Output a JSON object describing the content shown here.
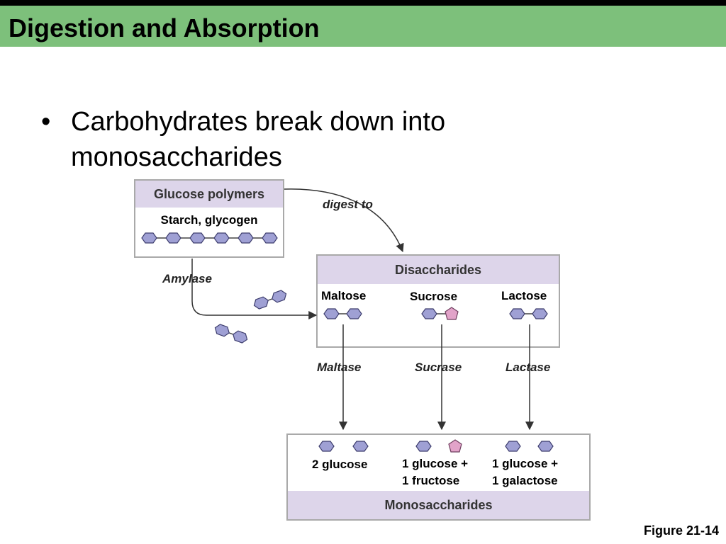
{
  "slide": {
    "title": "Digestion and Absorption",
    "bullet_marker": "•",
    "bullet": "Carbohydrates break down into monosaccharides",
    "figure_ref": "Figure 21-14"
  },
  "diagram": {
    "polymers_header": "Glucose polymers",
    "polymers_label": "Starch, glycogen",
    "digest_label": "digest to",
    "amylase_label": "Amylase",
    "disaccharides_header": "Disaccharides",
    "disaccharides": [
      "Maltose",
      "Sucrose",
      "Lactose"
    ],
    "enzymes": [
      "Maltase",
      "Sucrase",
      "Lactase"
    ],
    "products": [
      {
        "line1": "2 glucose",
        "line2": ""
      },
      {
        "line1": "1 glucose +",
        "line2": "1 fructose"
      },
      {
        "line1": "1 glucose +",
        "line2": "1 galactose"
      }
    ],
    "monosaccharides_header": "Monosaccharides",
    "colors": {
      "hexagon_fill": "#9fa0d4",
      "pentagon_fill": "#e2a3c9",
      "header_fill": "#ddd5ea",
      "title_bar": "#7dc07b"
    }
  }
}
